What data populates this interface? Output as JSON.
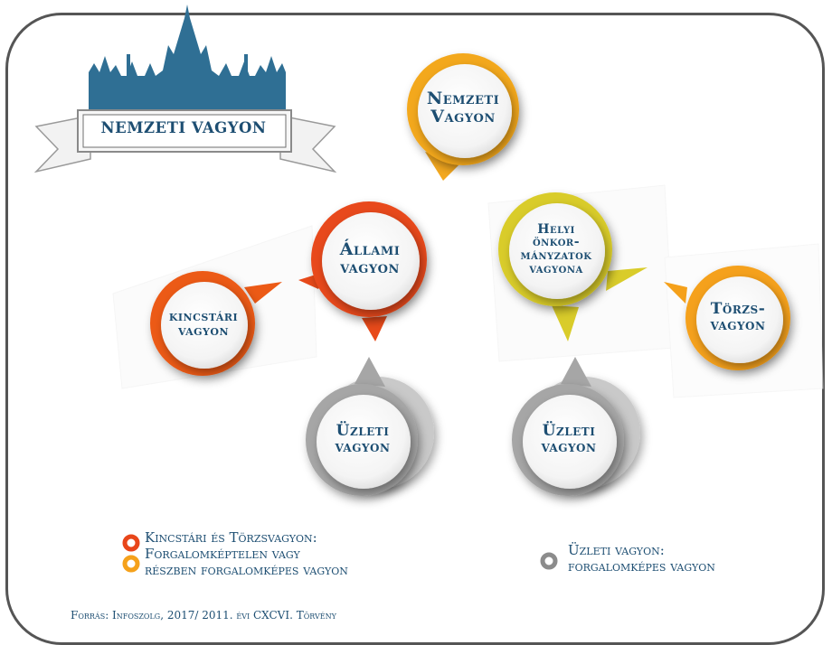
{
  "logo": {
    "text": "NEMZETI VAGYON",
    "icon": "parliament-building-icon"
  },
  "nodes": {
    "nemzeti": {
      "label": "Nemzeti\nVagyon",
      "color": "#f3a81f"
    },
    "allami": {
      "label": "Állami\nvagyon",
      "color": "#e84a1a"
    },
    "helyi": {
      "label": "Helyi\nönkor-\nmányzatok\nvagyona",
      "color": "#d9cc2a"
    },
    "kincstari": {
      "label": "kincstári\nvagyon",
      "color": "#ec5a16"
    },
    "torzs": {
      "label": "Törzs-\nvagyon",
      "color": "#f5a11b"
    },
    "uzleti_left": {
      "label": "Üzleti\nvagyon",
      "color": "#a6a6a6"
    },
    "uzleti_right": {
      "label": "Üzleti\nvagyon",
      "color": "#a6a6a6"
    }
  },
  "legend": {
    "left_text": "Kincstári és Törzsvagyon:\nForgalomképtelen vagy\nrészben forgalomképes vagyon",
    "right_text": "Üzleti vagyon:\nforgalomképes vagyon",
    "left_colors": [
      "#e8461a",
      "#f5a11b"
    ],
    "right_color": "#8c8c8c"
  },
  "source": "Forrás: Infoszolg, 2017/ 2011. évi CXCVI. Törvény"
}
